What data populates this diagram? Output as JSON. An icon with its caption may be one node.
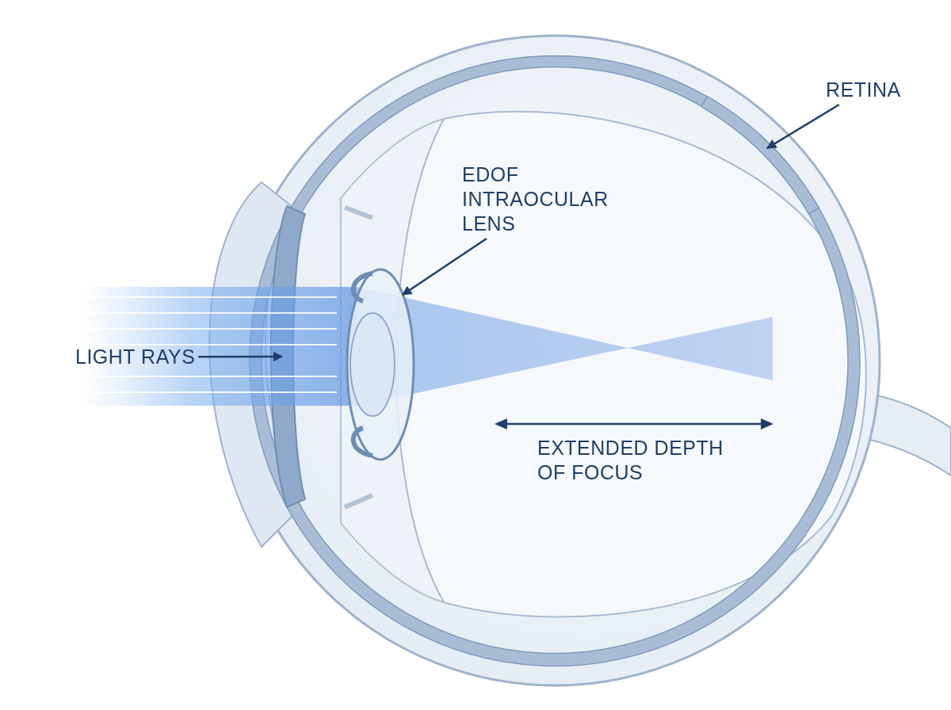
{
  "diagram": {
    "nodes": [
      {
        "text": [
          "RETINA"
        ]
      },
      {
        "text": [],
        "shape": "picture"
      },
      {
        "text": [
          "EDOF INTRAOCULAR LENS"
        ]
      },
      {
        "text": [],
        "shape": "picture"
      },
      {
        "text": [
          "LIGHT RAYS"
        ]
      },
      {
        "text": [],
        "shape": "picture"
      }
    ],
    "edges": [
      {
        "from": 0,
        "to": 1,
        "arrow": "to"
      },
      {
        "from": 2,
        "to": 3,
        "arrow": "to"
      },
      {
        "from": 4,
        "to": 5,
        "arrow": "to"
      }
    ],
    "labels": [
      "EXTENDED DEPTH OF FOCUS"
    ]
  }
}
